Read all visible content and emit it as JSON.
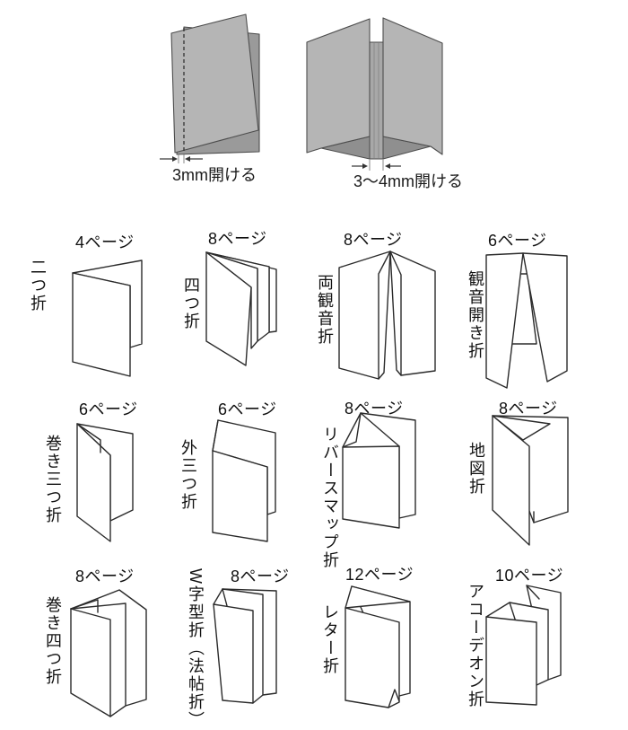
{
  "top_figures": {
    "left_caption": "3mm開ける",
    "right_caption": "3〜4mm開ける"
  },
  "folds": [
    {
      "pages": "4ページ",
      "name": "二つ折"
    },
    {
      "pages": "8ページ",
      "name": "四つ折"
    },
    {
      "pages": "8ページ",
      "name": "両観音折"
    },
    {
      "pages": "6ページ",
      "name": "観音開き折"
    },
    {
      "pages": "6ページ",
      "name": "巻き三つ折"
    },
    {
      "pages": "6ページ",
      "name": "外三つ折"
    },
    {
      "pages": "8ページ",
      "name": "リバースマップ折"
    },
    {
      "pages": "8ページ",
      "name": "地図折"
    },
    {
      "pages": "8ページ",
      "name": "巻き四つ折"
    },
    {
      "pages": "8ページ",
      "name": "W字型折（法帖折）"
    },
    {
      "pages": "12ページ",
      "name": "レター折"
    },
    {
      "pages": "10ページ",
      "name": "アコーデオン折"
    }
  ],
  "colors": {
    "background": "#ffffff",
    "line": "#2b2b2b",
    "paper_light_gray": "#b5b5b5",
    "paper_dark_gray": "#9a9a9a",
    "inner_floor_gray": "#8f8f8f",
    "center_strip_gray": "#a8a8a8"
  }
}
